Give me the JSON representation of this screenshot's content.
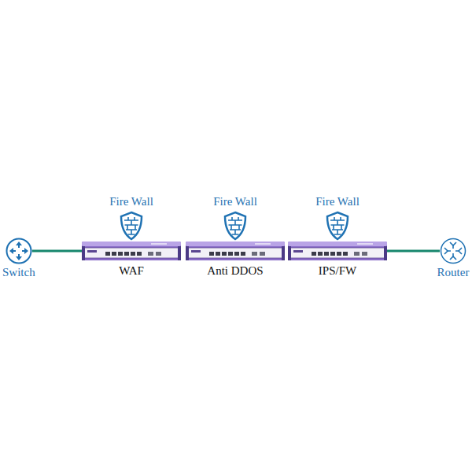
{
  "diagram": {
    "nodes": [
      {
        "text": [
          "Switch"
        ]
      },
      {
        "text": [
          "Fire Wall",
          "WAF"
        ]
      },
      {
        "text": [
          "Fire Wall",
          "Anti DDOS"
        ]
      },
      {
        "text": [
          "Fire Wall",
          "IPS/FW"
        ]
      },
      {
        "text": [
          "Router"
        ]
      }
    ],
    "edges": [
      {
        "from": 0,
        "to": 1,
        "arrow": "none"
      },
      {
        "from": 3,
        "to": 4,
        "arrow": "none"
      }
    ]
  }
}
